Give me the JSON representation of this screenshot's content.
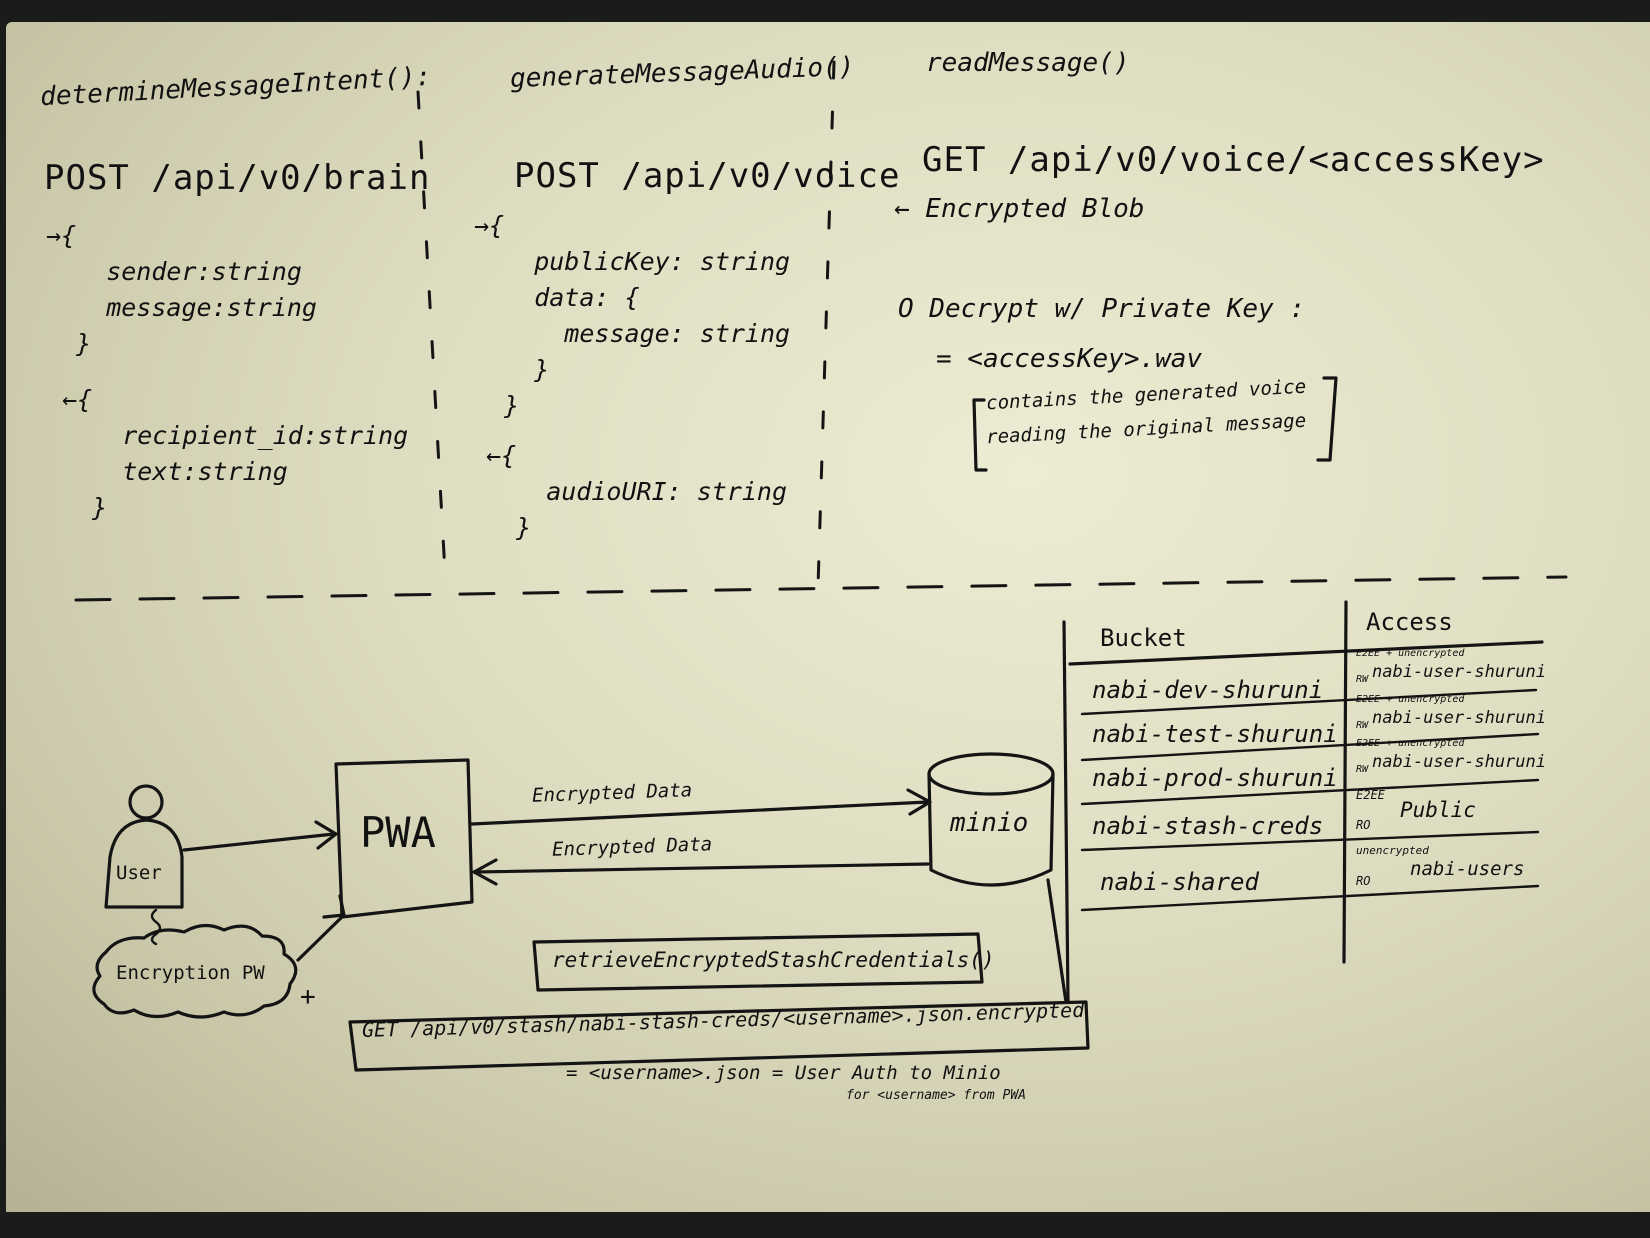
{
  "api": {
    "brain": {
      "func": "determineMessageIntent():",
      "endpoint": "POST /api/v0/brain",
      "request": "→{\n    sender:string\n    message:string\n  }",
      "response": "←{\n    recipient_id:string\n    text:string\n  }"
    },
    "voice": {
      "func": "generateMessageAudio()",
      "endpoint": "POST /api/v0/voice",
      "request": "→{\n    publicKey: string\n    data: {\n      message: string\n    }\n  }",
      "response": "←{\n    audioURI: string\n  }"
    },
    "read": {
      "func": "readMessage()",
      "endpoint": "GET /api/v0/voice/<accessKey>",
      "blob": "← Encrypted Blob",
      "decrypt": "O Decrypt w/ Private Key :",
      "result": "= <accessKey>.wav",
      "note_line1": "contains the generated voice",
      "note_line2": "reading the original message"
    }
  },
  "flow": {
    "user": "User",
    "pwa": "PWA",
    "minio": "minio",
    "enc_pw": "Encryption PW",
    "plus": "+",
    "arrow_top": "Encrypted Data",
    "arrow_bottom": "Encrypted Data",
    "stash_func": "retrieveEncryptedStashCredentials()",
    "stash_get": "GET /api/v0/stash/nabi-stash-creds/<username>.json.encrypted",
    "stash_result": "= <username>.json = User Auth to Minio",
    "stash_result_sub": "for <username> from PWA"
  },
  "table": {
    "headers": [
      "Bucket",
      "Access"
    ],
    "rows": [
      {
        "bucket": "nabi-dev-shuruni",
        "note": "E2EE + unencrypted",
        "mode": "RW",
        "access": "nabi-user-shuruni"
      },
      {
        "bucket": "nabi-test-shuruni",
        "note": "E2EE + unencrypted",
        "mode": "RW",
        "access": "nabi-user-shuruni"
      },
      {
        "bucket": "nabi-prod-shuruni",
        "note": "E2EE + unencrypted",
        "mode": "RW",
        "access": "nabi-user-shuruni"
      },
      {
        "bucket": "nabi-stash-creds",
        "note": "E2EE",
        "mode": "RO",
        "access": "Public"
      },
      {
        "bucket": "nabi-shared",
        "note": "unencrypted",
        "mode": "RO",
        "access": "nabi-users"
      }
    ]
  }
}
